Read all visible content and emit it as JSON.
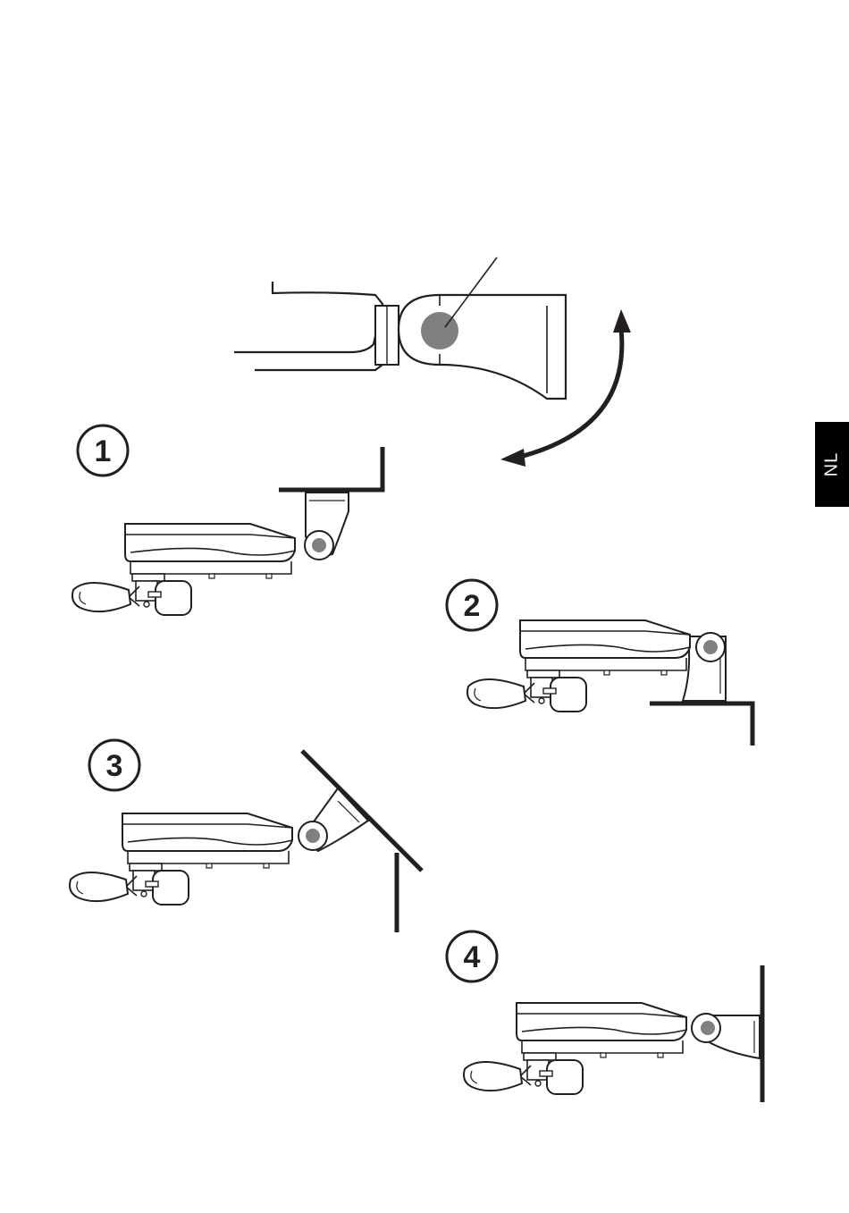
{
  "language_tab": {
    "label": "NL"
  },
  "steps": [
    {
      "number": "1"
    },
    {
      "number": "2"
    },
    {
      "number": "3"
    },
    {
      "number": "4"
    }
  ],
  "colors": {
    "line": "#231f20",
    "pivot": "#808080",
    "tab_bg": "#000000",
    "tab_text": "#ffffff"
  },
  "icons": {
    "rotation_arrow": "curved-double-arrow-icon",
    "pivot_joint": "pivot-joint-icon"
  }
}
